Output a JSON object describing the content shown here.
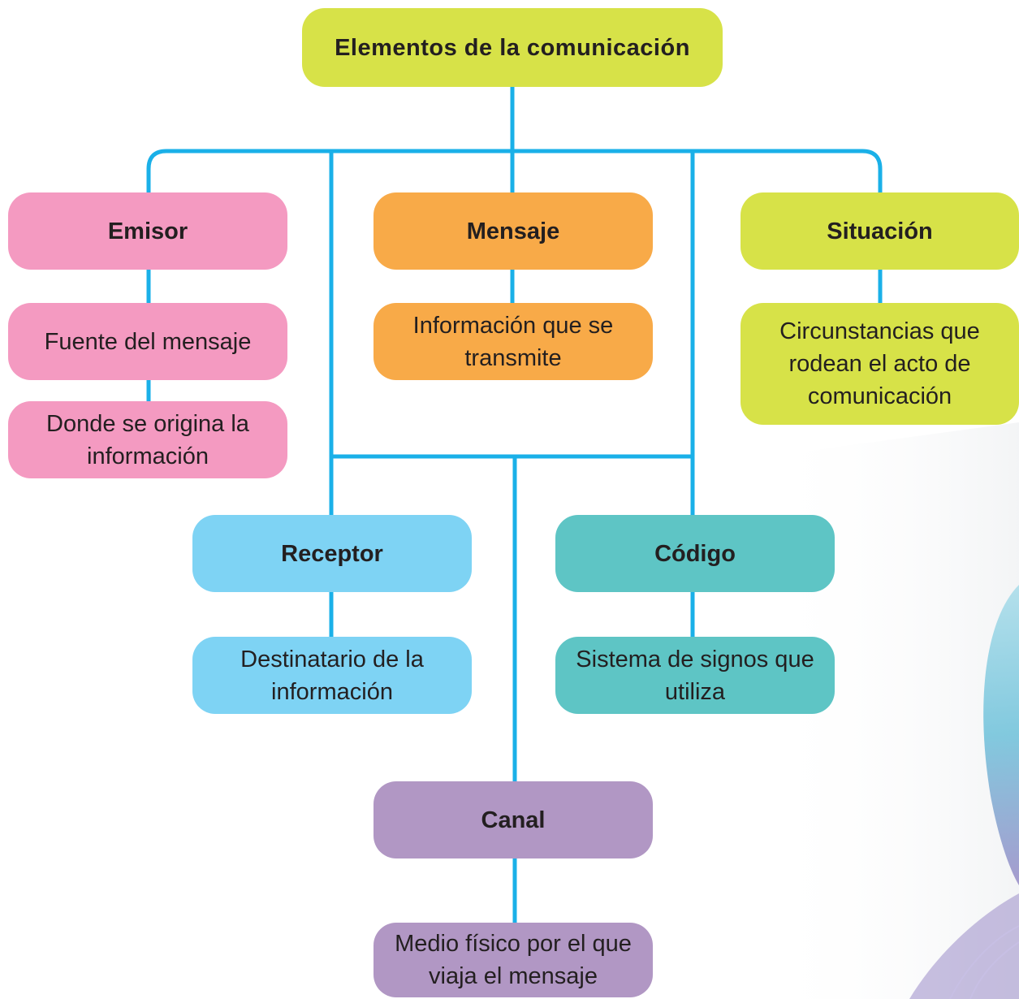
{
  "title": "Elementos de la comunicación",
  "colors": {
    "connector": "#1ab0e8",
    "lime": "#d7e248",
    "pink": "#f49ac1",
    "orange": "#f8aa48",
    "sky": "#7ed3f4",
    "teal": "#5ec5c5",
    "lavender": "#b197c4"
  },
  "elements": {
    "emisor": {
      "label": "Emisor",
      "details": [
        "Fuente del mensaje",
        "Donde se origina la información"
      ]
    },
    "mensaje": {
      "label": "Mensaje",
      "details": [
        "Información que se transmite"
      ]
    },
    "situacion": {
      "label": "Situación",
      "details": [
        "Circunstancias que rodean el acto de comunicación"
      ]
    },
    "receptor": {
      "label": "Receptor",
      "details": [
        "Destinatario de la información"
      ]
    },
    "codigo": {
      "label": "Código",
      "details": [
        "Sistema de signos que utiliza"
      ]
    },
    "canal": {
      "label": "Canal",
      "details": [
        "Medio físico por el que viaja el mensaje"
      ]
    }
  }
}
